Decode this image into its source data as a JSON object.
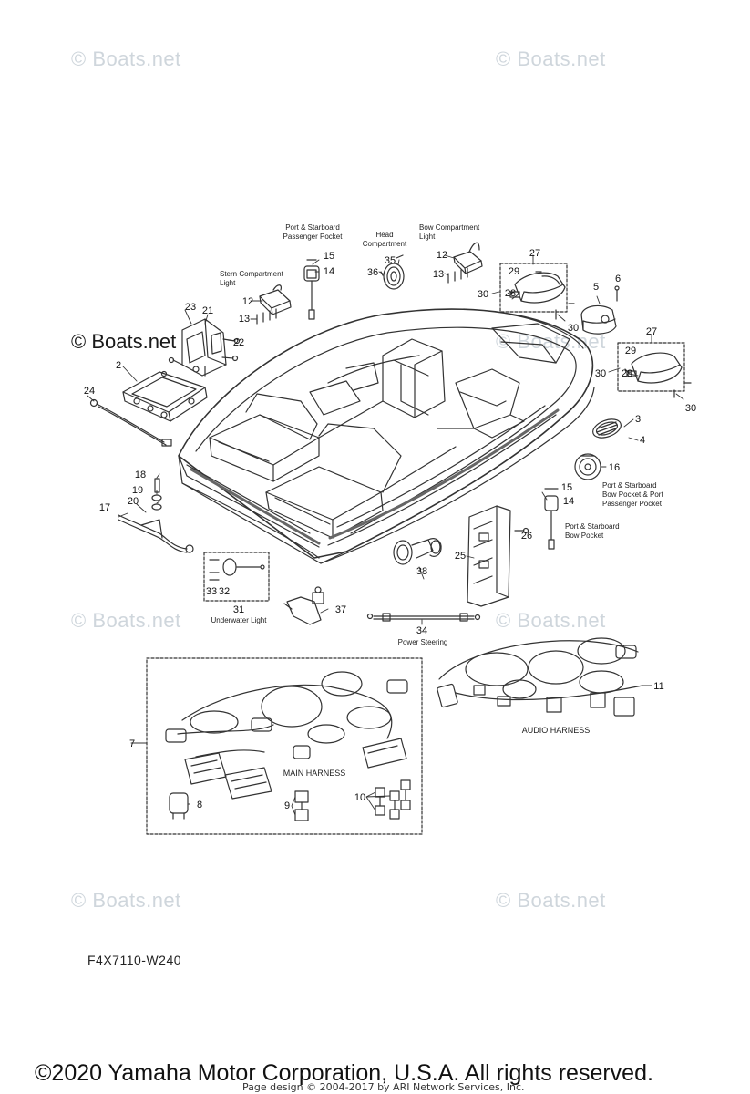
{
  "watermarks": {
    "faint": "© Boats.net",
    "strong": "© Boats.net"
  },
  "labels": {
    "port_starboard_passenger_pocket": [
      "Port & Starboard",
      "Passenger Pocket"
    ],
    "head_compartment": [
      "Head",
      "Compartment"
    ],
    "bow_compartment_light": [
      "Bow Compartment",
      "Light"
    ],
    "stern_compartment_light": [
      "Stern Compartment",
      "Light"
    ],
    "bow_pocket_port_passenger": [
      "Port & Starboard",
      "Bow Pocket & Port",
      "Passenger Pocket"
    ],
    "port_starboard_bow_pocket": [
      "Port & Starboard",
      "Bow Pocket"
    ],
    "underwater_light": "Underwater Light",
    "power_steering": "Power Steering",
    "main_harness": "MAIN HARNESS",
    "audio_harness": "AUDIO HARNESS"
  },
  "callouts": {
    "n2": "2",
    "n3": "3",
    "n4": "4",
    "n5": "5",
    "n6": "6",
    "n7": "7",
    "n8": "8",
    "n9": "9",
    "n10": "10",
    "n11": "11",
    "n12a": "12",
    "n12b": "12",
    "n13a": "13",
    "n13b": "13",
    "n14a": "14",
    "n14b": "14",
    "n15a": "15",
    "n15b": "15",
    "n16": "16",
    "n17": "17",
    "n18": "18",
    "n19": "19",
    "n20": "20",
    "n21": "21",
    "n22": "22",
    "n23": "23",
    "n24": "24",
    "n25": "25",
    "n26": "26",
    "n27a": "27",
    "n27b": "27",
    "n28a": "28",
    "n28b": "28",
    "n29a": "29",
    "n29b": "29",
    "n30a": "30",
    "n30b": "30",
    "n30c": "30",
    "n30d": "30",
    "n31": "31",
    "n32": "32",
    "n33": "33",
    "n34": "34",
    "n35": "35",
    "n36": "36",
    "n37": "37",
    "n38": "38"
  },
  "diagram_code": "F4X7110-W240",
  "copyright": "©2020 Yamaha Motor Corporation, U.S.A. All rights reserved.",
  "page_design": "Page design © 2004-2017 by ARI Network Services, Inc."
}
